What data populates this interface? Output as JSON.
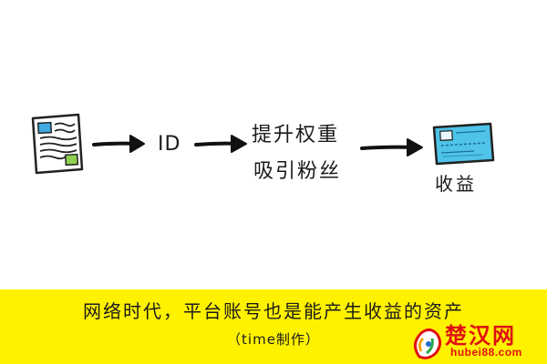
{
  "diagram": {
    "id_label": "ID",
    "step_line1": "提升权重",
    "step_line2": "吸引粉丝",
    "income_label": "收益"
  },
  "banner": {
    "main_text": "网络时代，平台账号也是能产生收益的资产",
    "sub_text": "（time制作）"
  },
  "logo": {
    "title": "楚汉网",
    "url": "hubei88.com"
  },
  "colors": {
    "banner": "#fff200",
    "logo_red": "#e01010",
    "card_blue": "#4fc3e8",
    "doc_blue": "#3fa9e0",
    "doc_green": "#8fd14f"
  }
}
